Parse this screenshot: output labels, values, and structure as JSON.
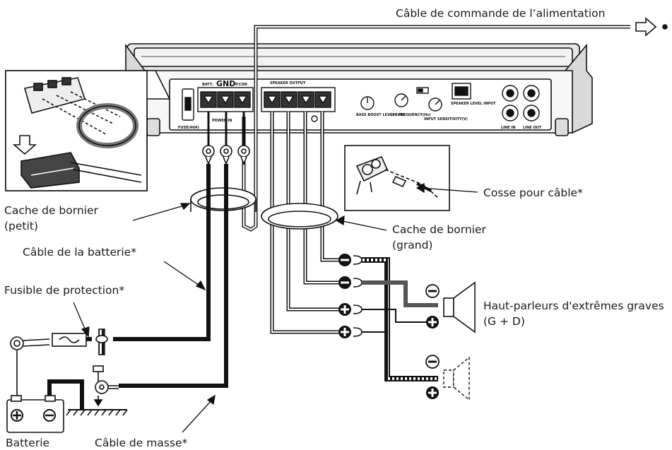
{
  "labels": {
    "power_control": "Câble de commande de l’alimentation",
    "terminal_cover_small_l1": "Cache de bornier",
    "terminal_cover_small_l2": "(petit)",
    "battery_cable": "Câble de la batterie*",
    "protection_fuse": "Fusible de protection*",
    "battery": "Batterie",
    "ground_cable": "Câble de masse*",
    "cable_lug": "Cosse pour câble*",
    "terminal_cover_large_l1": "Cache de bornier",
    "terminal_cover_large_l2": "(grand)",
    "subwoofer_l1": "Haut-parleurs d'extrêmes graves",
    "subwoofer_l2": "(G + D)"
  },
  "panel": {
    "gnd": "GND",
    "batt": "BATT.",
    "rmt": "P.CON",
    "power": "POWER IN",
    "fuse": "FUSE(40A)",
    "speaker_output": "SPEAKER OUTPUT",
    "line_in": "LINE IN",
    "line_out": "LINE OUT",
    "speaker_level_input": "SPEAKER LEVEL INPUT",
    "lpf": "LPF FREQUENCY(Hz)",
    "input_sens": "INPUT SENSITIVITY(V)",
    "bass_boost": "BASS BOOST LEVEL (dB)"
  },
  "symbols": {
    "plus": "+",
    "minus": "−"
  }
}
